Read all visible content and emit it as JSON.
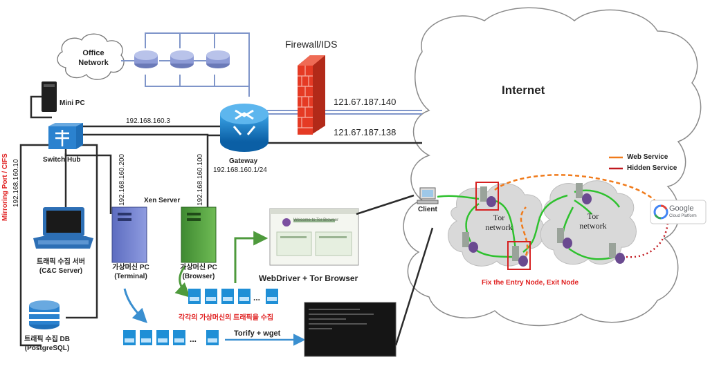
{
  "labels": {
    "office_network": [
      "Office",
      "Network"
    ],
    "mini_pc": "Mini PC",
    "switch_hub": "Switch Hub",
    "mirroring_port": "Mirroring Port / CIFS",
    "ip_switch": "192.168.160.10",
    "ip_minipc": "192.168.160.3",
    "ip_terminal": "192.168.160.200",
    "ip_browser": "192.168.160.100",
    "gateway": "Gateway",
    "gateway_ip": "192.168.160.1/24",
    "firewall": "Firewall/IDS",
    "public_ip_1": "121.67.187.140",
    "public_ip_2": "121.67.187.138",
    "internet": "Internet",
    "xen_server": "Xen Server",
    "vm_terminal": [
      "가상머신 PC",
      "(Terminal)"
    ],
    "vm_browser": [
      "가상머신 PC",
      "(Browser)"
    ],
    "traffic_server": [
      "트래픽 수집 서버",
      "(C&C Server)"
    ],
    "traffic_db": [
      "트래픽 수집 DB",
      "(PostgreSQL)"
    ],
    "webdriver": "WebDriver + Tor Browser",
    "collect_note": "각각의 가상머신의 트래픽을 수집",
    "torify": "Torify + wget",
    "ellipsis": "...",
    "client": "Client",
    "tor_network": [
      "Tor",
      "network"
    ],
    "fix_nodes": "Fix the Entry Node, Exit Node",
    "legend_web": "Web Service",
    "legend_hidden": "Hidden Service",
    "google": "Google",
    "google_sub": "Cloud Platform",
    "tor_browser_title": "Welcome to Tor Browser"
  },
  "colors": {
    "line": "#2b2b2b",
    "office_line": "#7f95c9",
    "firewall": "#e53a24",
    "tor_path": "#2ec12e",
    "web_service": "#f07a1a",
    "hidden_service": "#c0181f",
    "accent_red": "#e02020",
    "server_blue": "#1f8fd6",
    "vm_terminal": "#6f7ec9",
    "vm_browser": "#4e9a3c"
  }
}
